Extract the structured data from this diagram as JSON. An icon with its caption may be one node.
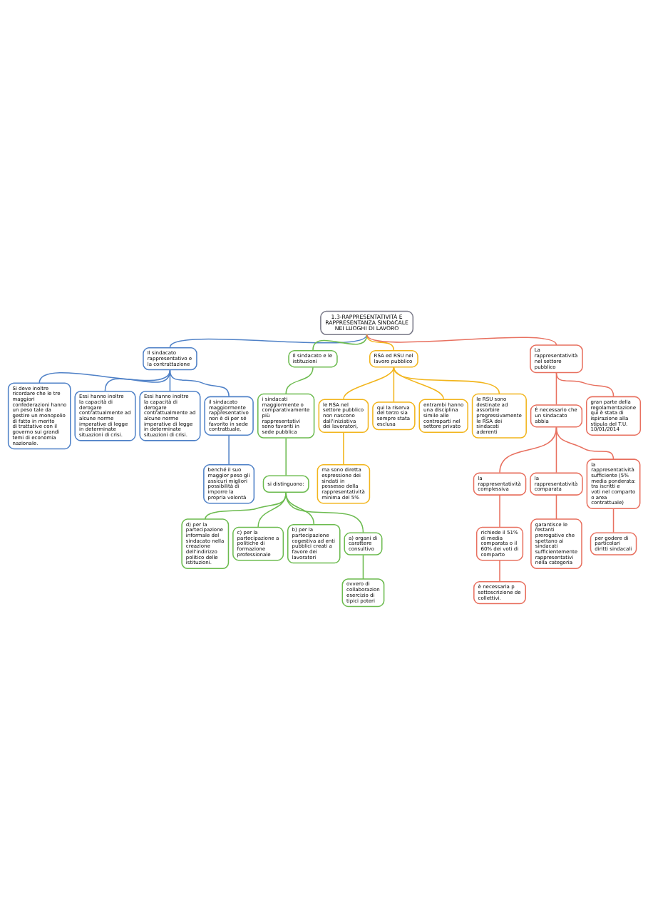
{
  "diagram": {
    "nodes": [
      {
        "text": [
          "1.3-RAPPRESENTATIVITÀ E RAPPRESENTANZA SINDACALE NEI LUOGHI DI LAVORO"
        ]
      },
      {
        "text": [
          "Il sindacato rappresentativo e la contrattazione"
        ]
      },
      {
        "text": [
          "Si deve inoltre ricordare che le tre maggiori confederazioni hanno un peso tale da gestire un monopolio di fatto in merito di trattative con il governo sui grandi temi di economia nazionale."
        ]
      },
      {
        "text": [
          "Essi hanno inoltre la capacità di derogare contrattualmente ad alcune norme imperative di legge in determinate situazioni di crisi."
        ]
      },
      {
        "text": [
          "Essi hanno inoltre la capacità di derogare contrattualmente ad alcune norme imperative di legge in determinate situazioni di crisi."
        ]
      },
      {
        "text": [
          "il sindacato maggiormente rappresentativo non è di per sé favorito in sede contrattuale,"
        ]
      },
      {
        "text": [
          "benché il suo maggior peso gli assicuri migliori possibilità di imporre la propria volontà"
        ]
      },
      {
        "text": [
          "Il sindacato e le istituzioni"
        ]
      },
      {
        "text": [
          "i sindacati maggiormente o comparativamente più rappresentativi sono favoriti in sede pubblica"
        ]
      },
      {
        "text": [
          "si distinguono:"
        ]
      },
      {
        "text": [
          "d) per la partecipazione informale del sindacato nella creazione dell'indirizzo politico delle istituzioni."
        ]
      },
      {
        "text": [
          "c) per la partecipazione a politiche di formazione professionale"
        ]
      },
      {
        "text": [
          "b) per la partecipazione cogestiva ad enti pubblici creati a favore dei lavoratori"
        ]
      },
      {
        "text": [
          "a) organi di carattere consultivo"
        ]
      },
      {
        "text": [
          "ovvero di collaborazion esercizio di tipici poteri"
        ]
      },
      {
        "text": [
          "RSA ed RSU nel lavoro pubblico"
        ]
      },
      {
        "text": [
          "le RSA nel settore pubblico non nascono dall'iniziativa dei lavoratori,"
        ]
      },
      {
        "text": [
          "ma sono diretta espressione dei sindati in possesso della rappresentatività minima del 5%"
        ]
      },
      {
        "text": [
          "qui la riserva del terzo sia sempre stata esclusa"
        ]
      },
      {
        "text": [
          "entrambi hanno una disciplina simile alle controparti nel settore privato"
        ]
      },
      {
        "text": [
          "le RSU sono destinate ad assorbire progressivamente le RSA dei sindacati aderenti"
        ]
      },
      {
        "text": [
          "La rappresentatività nel settore pubblico"
        ]
      },
      {
        "text": [
          "È necessario che un sindacato abbia"
        ]
      },
      {
        "text": [
          "la rappresentatività complessiva"
        ]
      },
      {
        "text": [
          "richiede il 51% di media comparata o il 60% dei voti di comparto"
        ]
      },
      {
        "text": [
          "è necessaria p sottoscrizione de collettivi."
        ]
      },
      {
        "text": [
          "la rappresentatività comparata"
        ]
      },
      {
        "text": [
          "garantisce le restanti prerogative che spettano ai sindacati sufficientemente rappresentativi nella categoria"
        ]
      },
      {
        "text": [
          "la rappresentatività sufficiente (5% media ponderata: tra iscritti e voti nel comparto o area contrattuale)"
        ]
      },
      {
        "text": [
          "per godere di particolari diritti sindacali"
        ]
      },
      {
        "text": [
          "gran parte della regolamentazione qui è stata di ispirazione alla stipula del T.U. 10/01/2014"
        ]
      }
    ],
    "edges": [
      {
        "from": 0,
        "to": 1,
        "arrow": "none",
        "color": "#4f81c7"
      },
      {
        "from": 1,
        "to": 2,
        "arrow": "none",
        "color": "#4f81c7"
      },
      {
        "from": 1,
        "to": 3,
        "arrow": "none",
        "color": "#4f81c7"
      },
      {
        "from": 1,
        "to": 4,
        "arrow": "none",
        "color": "#4f81c7"
      },
      {
        "from": 1,
        "to": 5,
        "arrow": "none",
        "color": "#4f81c7"
      },
      {
        "from": 5,
        "to": 6,
        "arrow": "none",
        "color": "#4f81c7"
      },
      {
        "from": 0,
        "to": 7,
        "arrow": "none",
        "color": "#6cbb4f"
      },
      {
        "from": 7,
        "to": 8,
        "arrow": "none",
        "color": "#6cbb4f"
      },
      {
        "from": 8,
        "to": 9,
        "arrow": "none",
        "color": "#6cbb4f"
      },
      {
        "from": 9,
        "to": 10,
        "arrow": "none",
        "color": "#6cbb4f"
      },
      {
        "from": 9,
        "to": 11,
        "arrow": "none",
        "color": "#6cbb4f"
      },
      {
        "from": 9,
        "to": 12,
        "arrow": "none",
        "color": "#6cbb4f"
      },
      {
        "from": 9,
        "to": 13,
        "arrow": "none",
        "color": "#6cbb4f"
      },
      {
        "from": 13,
        "to": 14,
        "arrow": "none",
        "color": "#6cbb4f"
      },
      {
        "from": 0,
        "to": 15,
        "arrow": "none",
        "color": "#f2b51c"
      },
      {
        "from": 15,
        "to": 16,
        "arrow": "none",
        "color": "#f2b51c"
      },
      {
        "from": 16,
        "to": 17,
        "arrow": "none",
        "color": "#f2b51c"
      },
      {
        "from": 15,
        "to": 18,
        "arrow": "none",
        "color": "#f2b51c"
      },
      {
        "from": 15,
        "to": 19,
        "arrow": "none",
        "color": "#f2b51c"
      },
      {
        "from": 15,
        "to": 20,
        "arrow": "none",
        "color": "#f2b51c"
      },
      {
        "from": 0,
        "to": 21,
        "arrow": "none"
      },
      {
        "from": 21,
        "to": 22,
        "arrow": "none"
      },
      {
        "from": 22,
        "to": 23,
        "arrow": "none"
      },
      {
        "from": 23,
        "to": 24,
        "arrow": "none"
      },
      {
        "from": 24,
        "to": 25,
        "arrow": "none"
      },
      {
        "from": 22,
        "to": 26,
        "arrow": "none"
      },
      {
        "from": 26,
        "to": 27,
        "arrow": "none"
      },
      {
        "from": 22,
        "to": 28,
        "arrow": "none"
      },
      {
        "from": 28,
        "to": 29,
        "arrow": "none"
      },
      {
        "from": 21,
        "to": 30,
        "arrow": "none"
      }
    ]
  }
}
